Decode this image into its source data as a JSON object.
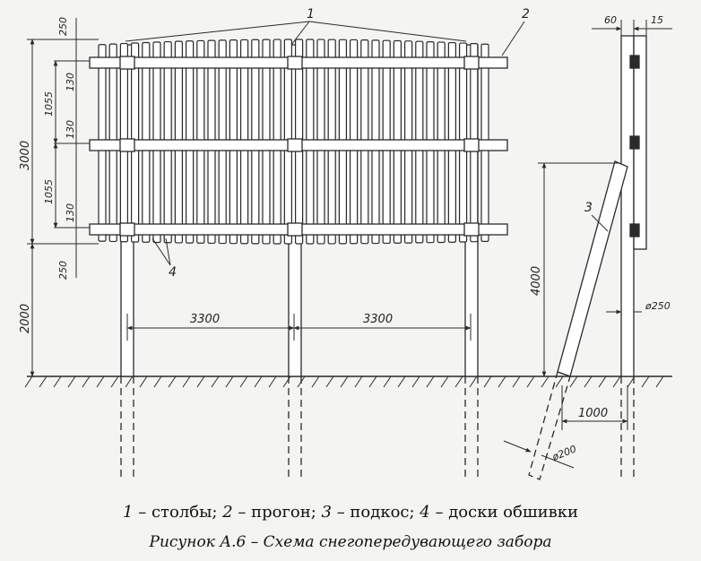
{
  "colors": {
    "ink": "#2a2a2a",
    "paper": "#f4f4f2",
    "wood": "#ffffff"
  },
  "callouts": {
    "posts": "1",
    "rail": "2",
    "brace": "3",
    "boards": "4"
  },
  "dimensions": {
    "top_gap": "250",
    "bottom_gap": "250",
    "board_height": "3000",
    "span_upper": "1055",
    "span_lower": "1055",
    "rail_top": "130",
    "rail_mid": "130",
    "rail_low": "130",
    "ground_clearance": "2000",
    "post_spacing_left": "3300",
    "post_spacing_right": "3300",
    "side_post_width": "60",
    "side_board_thickness": "15",
    "total_height": "4000",
    "post_diameter": "ø250",
    "brace_offset": "1000",
    "brace_diameter": "ø200"
  },
  "legend": [
    {
      "num": "1",
      "text": " – столбы; "
    },
    {
      "num": "2",
      "text": " – прогон; "
    },
    {
      "num": "3",
      "text": " – подкос; "
    },
    {
      "num": "4",
      "text": " – доски обшивки"
    }
  ],
  "figure_title": "Рисунок А.6 – Схема снегопередувающего забора"
}
